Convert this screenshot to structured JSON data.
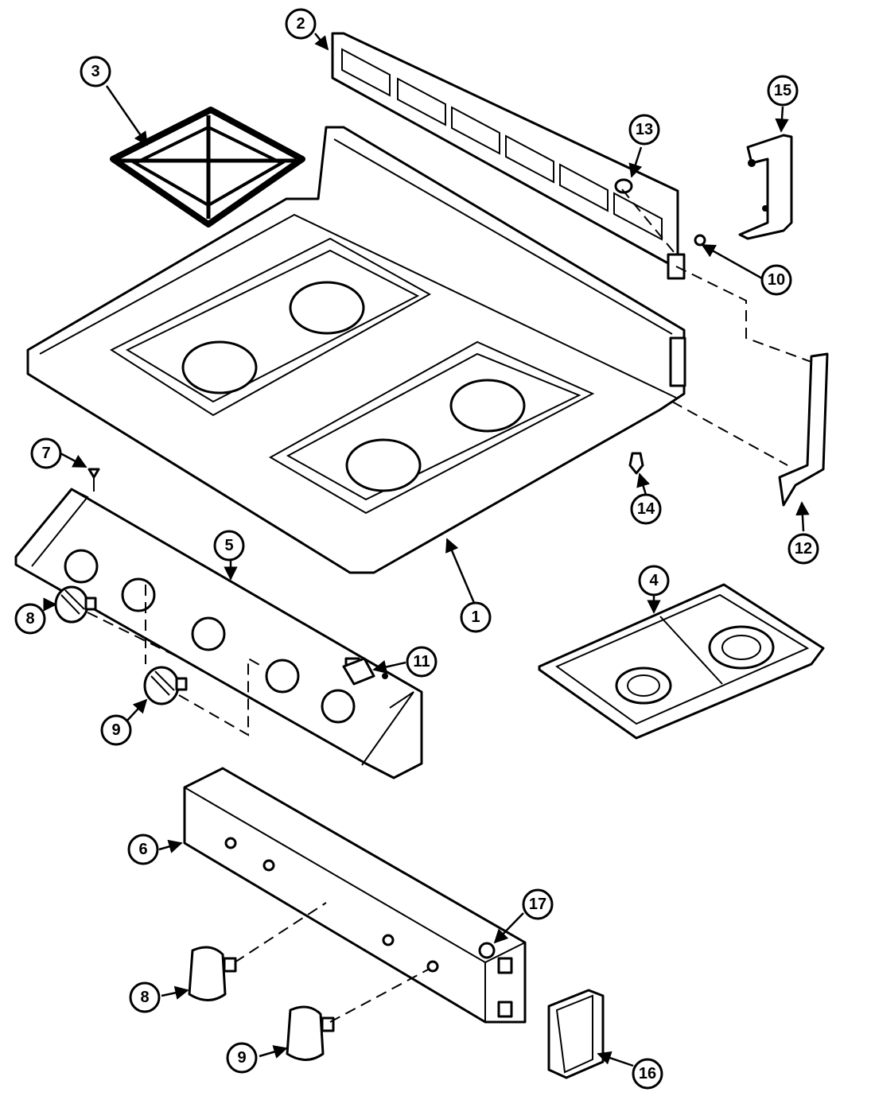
{
  "callouts": [
    {
      "label": "1"
    },
    {
      "label": "2"
    },
    {
      "label": "3"
    },
    {
      "label": "4"
    },
    {
      "label": "5"
    },
    {
      "label": "6"
    },
    {
      "label": "7"
    },
    {
      "label": "8"
    },
    {
      "label": "9"
    },
    {
      "label": "10"
    },
    {
      "label": "11"
    },
    {
      "label": "12"
    },
    {
      "label": "13"
    },
    {
      "label": "14"
    },
    {
      "label": "15"
    },
    {
      "label": "16"
    },
    {
      "label": "17"
    },
    {
      "label": "8"
    },
    {
      "label": "9"
    }
  ]
}
